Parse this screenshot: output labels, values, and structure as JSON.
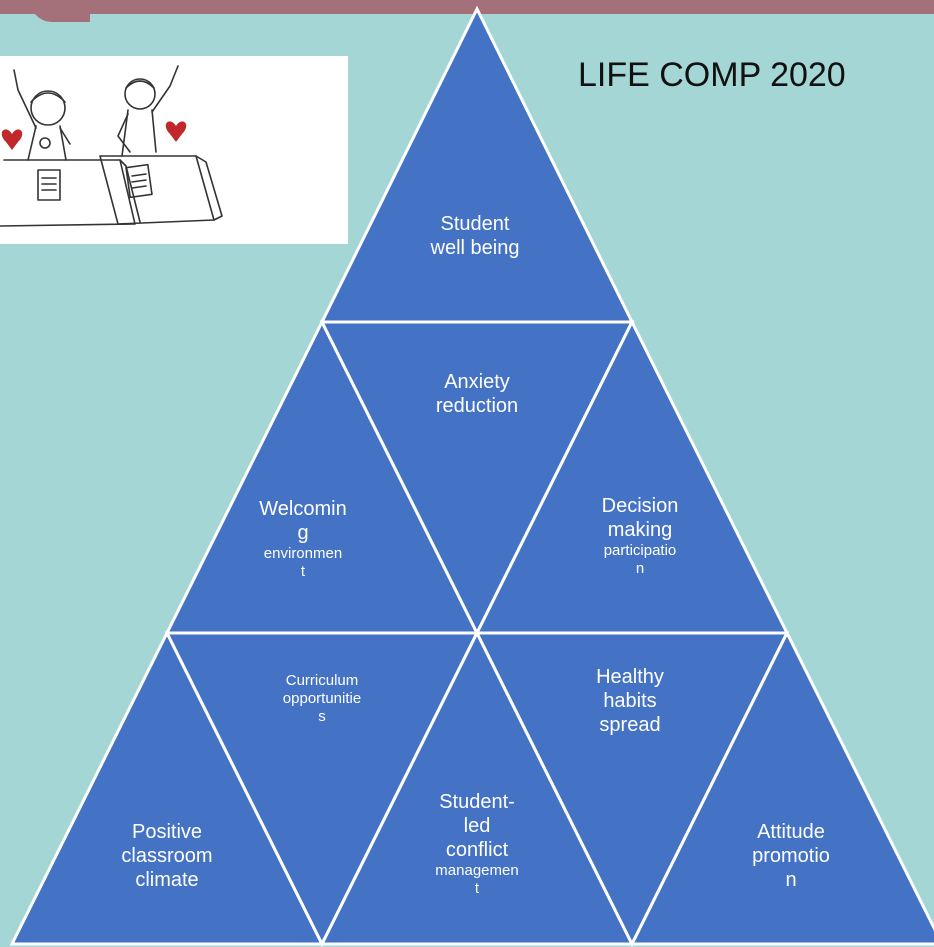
{
  "title": "LIFE COMP 2020",
  "colors": {
    "background": "#a3d6d4",
    "band": "#a4707a",
    "triangle_fill": "#4472c4",
    "triangle_stroke": "#ffffff",
    "heart": "#c0282b"
  },
  "illustration": {
    "icon": "two-students-raising-hands-with-hearts-icon"
  },
  "pyramid": {
    "row1": {
      "t1": {
        "line1": "Student",
        "line2": "well being"
      }
    },
    "row2": {
      "t1": {
        "line1": "Welcomin",
        "line2": "g",
        "line3": "environmen",
        "line4": "t"
      },
      "t2": {
        "line1": "Anxiety",
        "line2": "reduction"
      },
      "t3": {
        "line1": "Decision",
        "line2": "making",
        "line3": "participatio",
        "line4": "n"
      }
    },
    "row3": {
      "t1": {
        "line1": "Positive",
        "line2": "classroom",
        "line3": "climate"
      },
      "t2": {
        "line1": "Curriculum",
        "line2": "opportunitie",
        "line3": "s"
      },
      "t3": {
        "line1": "Student-",
        "line2": "led",
        "line3": "conflict",
        "line4": "managemen",
        "line5": "t"
      },
      "t4": {
        "line1": "Healthy",
        "line2": "habits",
        "line3": "spread"
      },
      "t5": {
        "line1": "Attitude",
        "line2": "promotio",
        "line3": "n"
      }
    }
  }
}
